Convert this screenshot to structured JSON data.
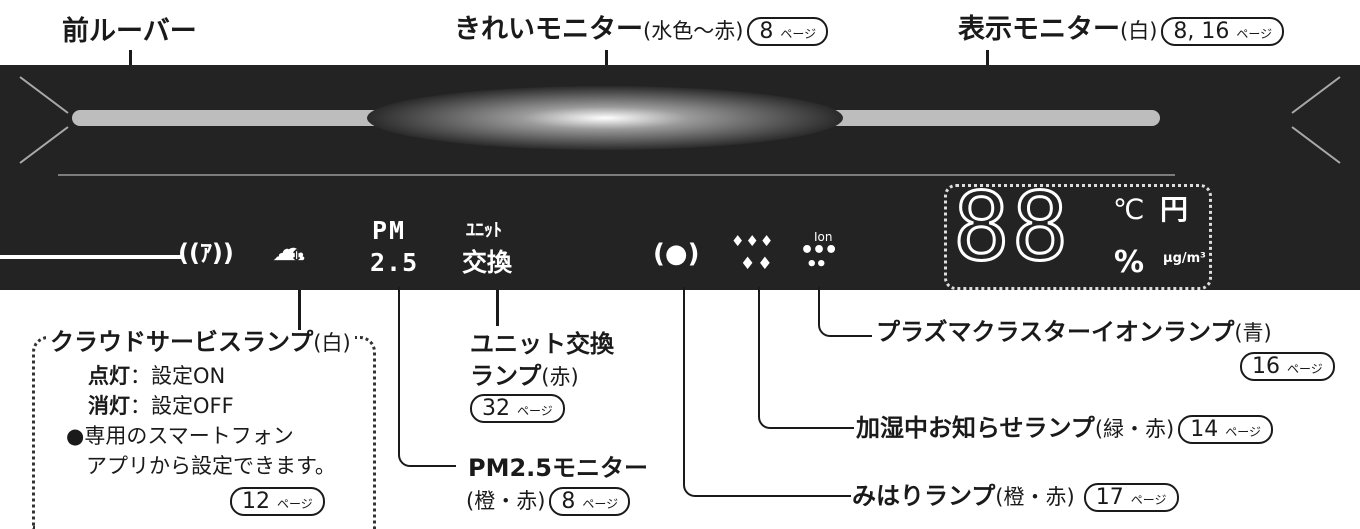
{
  "labels": {
    "front_louver": "前ルーバー",
    "clean_monitor": "きれいモニター",
    "clean_monitor_colors": "(水色～赤)",
    "clean_monitor_page": "8",
    "display_monitor": "表示モニター",
    "display_monitor_color": "(白)",
    "display_monitor_page": "8, 16",
    "cloud_lamp": "クラウドサービスランプ",
    "cloud_lamp_color": "(白)",
    "cloud_on_term": "点灯",
    "cloud_on_desc": "：設定ON",
    "cloud_off_term": "消灯",
    "cloud_off_desc": "：設定OFF",
    "cloud_note_1": "●専用のスマートフォン",
    "cloud_note_2": "アプリから設定できます。",
    "cloud_page": "12",
    "unit_lamp_1": "ユニット交換",
    "unit_lamp_2": "ランプ",
    "unit_lamp_color": "(赤)",
    "unit_lamp_page": "32",
    "pm_monitor": "PM2.5モニター",
    "pm_monitor_color": "(橙・赤)",
    "pm_monitor_page": "8",
    "plasma_lamp": "プラズマクラスターイオンランプ",
    "plasma_lamp_color": "(青)",
    "plasma_page": "16",
    "humid_lamp": "加湿中お知らせランプ",
    "humid_lamp_color": "(緑・赤)",
    "humid_page": "14",
    "watch_lamp": "みはりランプ",
    "watch_lamp_color": "(橙・赤)",
    "watch_page": "17",
    "page_suffix": "ページ"
  },
  "panel": {
    "wireless_icon_text": "((ｱ))",
    "cloud_icon_text": "☁",
    "pm_line1": "PM",
    "pm_line2": "2.5",
    "unit_line1": "ﾕﾆｯﾄ",
    "unit_line2": "交換",
    "watch_icon_text": "(●)",
    "drops_top": "♦♦♦",
    "drops_bottom": "♦♦",
    "ion_text": "Ion",
    "grapes_text": "•••",
    "digits": "88",
    "unit_celsius": "℃",
    "unit_yen": "円",
    "unit_percent": "%",
    "unit_ugm3": "µg/m³"
  },
  "colors": {
    "panel": "#232323",
    "louver": "#bdbdbd",
    "glow": "#ffffff",
    "text": "#1a1a1a"
  }
}
